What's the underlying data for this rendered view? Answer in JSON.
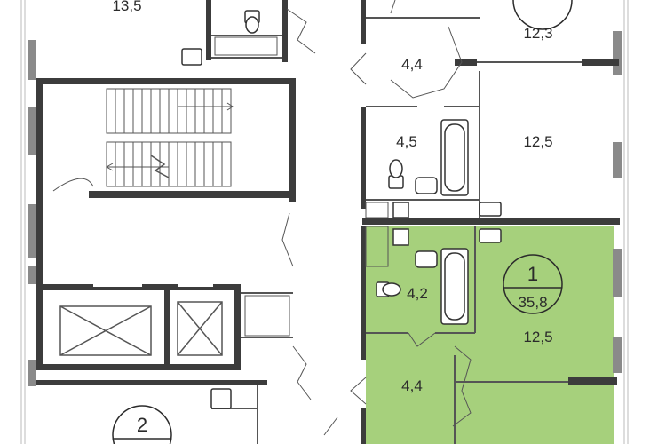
{
  "colors": {
    "highlight": "#a6d07c",
    "wall": "#3c3c3c",
    "window": "#8a8a8a",
    "fixture": "#333333"
  },
  "rooms": {
    "room_top_left_area": "13,5",
    "room_top_right_area": "12,3",
    "hall_upper_area": "4,4",
    "bath_upper_area": "4,5",
    "room_upper_area": "12,5",
    "bath_lower_area": "4,2",
    "hall_lower_area": "4,4",
    "room_lower_area": "12,5"
  },
  "apartment_1": {
    "number": "1",
    "total_area": "35,8"
  },
  "apartment_2": {
    "number": "2"
  },
  "icons": {
    "stair": "staircase-icon",
    "elevator": "elevator-shaft-icon",
    "toilet": "toilet-icon",
    "bathtub": "bathtub-icon",
    "sink": "sink-icon",
    "door": "door-swing-icon",
    "window": "window-icon"
  }
}
